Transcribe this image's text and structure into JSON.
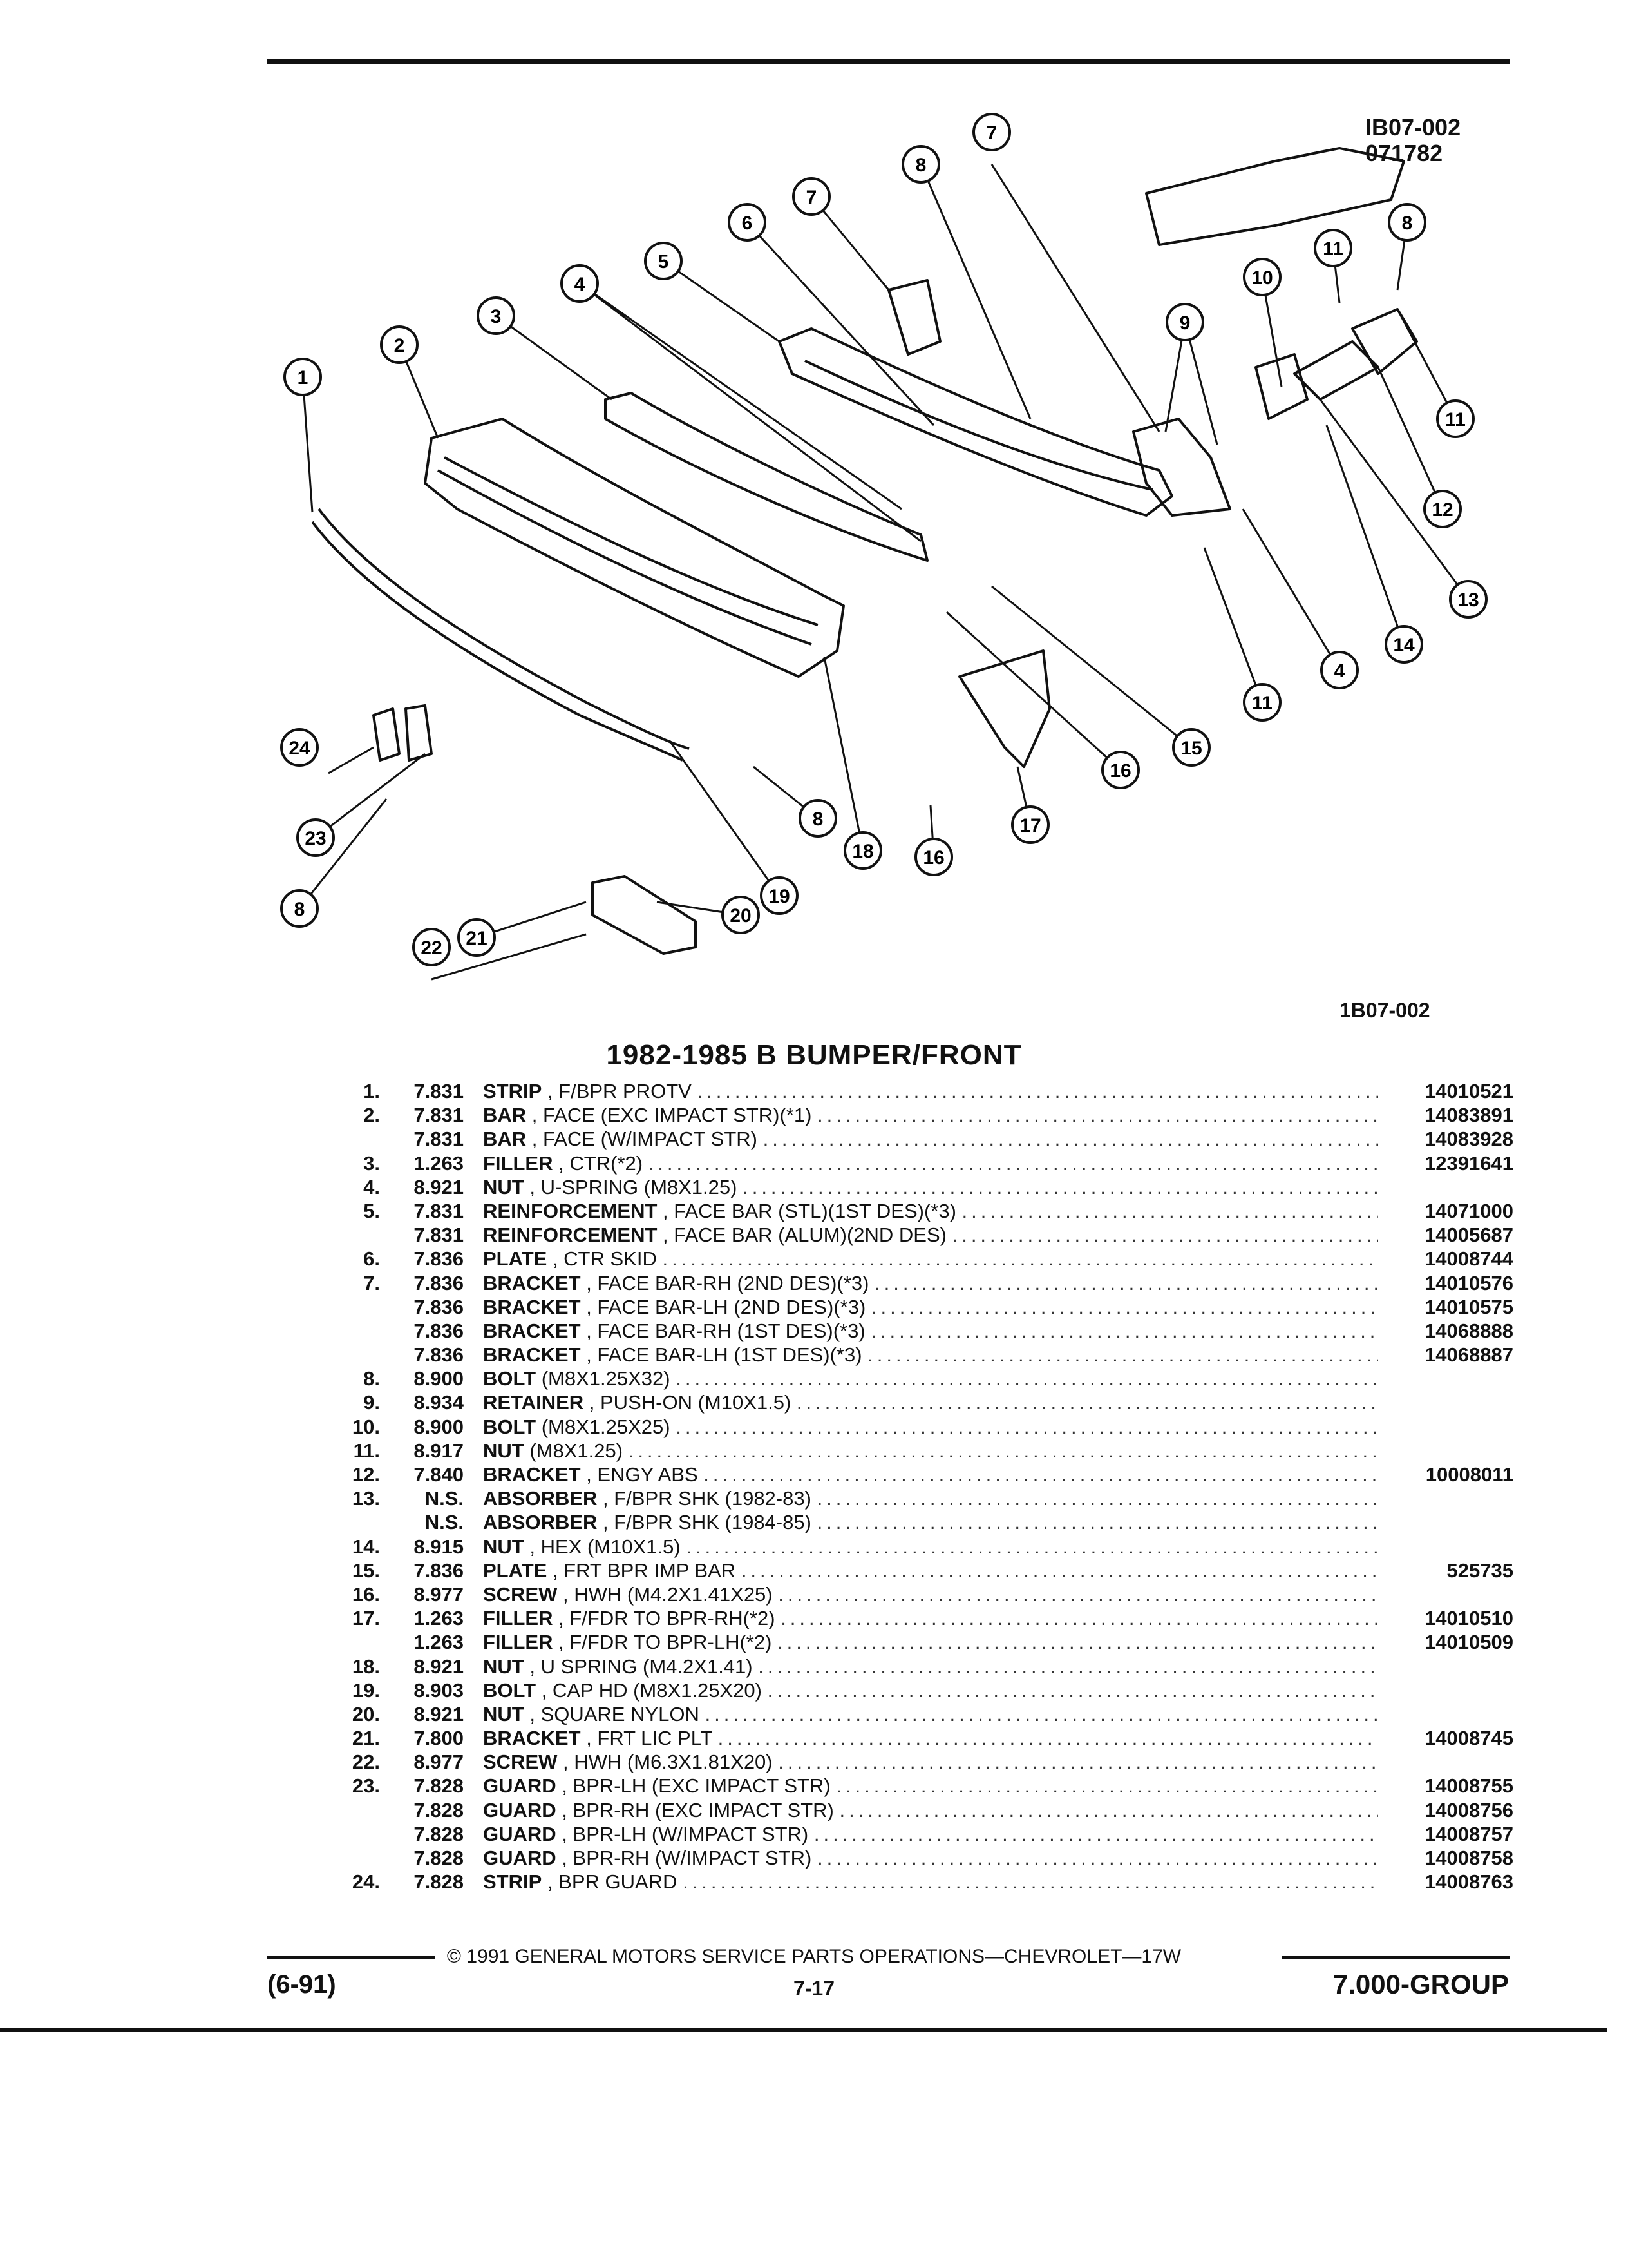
{
  "doc": {
    "ref_top_1": "IB07-002",
    "ref_top_2": "071782",
    "ref_bottom": "1B07-002",
    "title": "1982-1985 B BUMPER/FRONT"
  },
  "callouts": [
    "1",
    "2",
    "3",
    "4",
    "5",
    "6",
    "7",
    "8",
    "7",
    "8",
    "9",
    "10",
    "11",
    "8",
    "11",
    "12",
    "13",
    "14",
    "4",
    "11",
    "15",
    "16",
    "17",
    "16",
    "8",
    "18",
    "19",
    "24",
    "23",
    "8",
    "21",
    "20",
    "22"
  ],
  "parts": [
    {
      "idx": "1.",
      "code": "7.831",
      "name": "STRIP",
      "spec": ", F/BPR PROTV",
      "pn": "14010521"
    },
    {
      "idx": "2.",
      "code": "7.831",
      "name": "BAR",
      "spec": ", FACE (EXC IMPACT STR)(*1)",
      "pn": "14083891"
    },
    {
      "idx": "",
      "code": "7.831",
      "name": "BAR",
      "spec": ", FACE (W/IMPACT STR)",
      "pn": "14083928"
    },
    {
      "idx": "3.",
      "code": "1.263",
      "name": "FILLER",
      "spec": ", CTR(*2)",
      "pn": "12391641"
    },
    {
      "idx": "4.",
      "code": "8.921",
      "name": "NUT",
      "spec": ", U-SPRING (M8X1.25)",
      "pn": ""
    },
    {
      "idx": "5.",
      "code": "7.831",
      "name": "REINFORCEMENT",
      "spec": ", FACE BAR (STL)(1ST DES)(*3)",
      "pn": "14071000"
    },
    {
      "idx": "",
      "code": "7.831",
      "name": "REINFORCEMENT",
      "spec": ", FACE BAR (ALUM)(2ND DES)",
      "pn": "14005687"
    },
    {
      "idx": "6.",
      "code": "7.836",
      "name": "PLATE",
      "spec": ", CTR SKID",
      "pn": "14008744"
    },
    {
      "idx": "7.",
      "code": "7.836",
      "name": "BRACKET",
      "spec": ", FACE BAR-RH (2ND DES)(*3)",
      "pn": "14010576"
    },
    {
      "idx": "",
      "code": "7.836",
      "name": "BRACKET",
      "spec": ", FACE BAR-LH (2ND DES)(*3)",
      "pn": "14010575"
    },
    {
      "idx": "",
      "code": "7.836",
      "name": "BRACKET",
      "spec": ", FACE BAR-RH (1ST DES)(*3)",
      "pn": "14068888"
    },
    {
      "idx": "",
      "code": "7.836",
      "name": "BRACKET",
      "spec": ", FACE BAR-LH (1ST DES)(*3)",
      "pn": "14068887"
    },
    {
      "idx": "8.",
      "code": "8.900",
      "name": "BOLT",
      "spec": "(M8X1.25X32)",
      "pn": ""
    },
    {
      "idx": "9.",
      "code": "8.934",
      "name": "RETAINER",
      "spec": ", PUSH-ON (M10X1.5)",
      "pn": ""
    },
    {
      "idx": "10.",
      "code": "8.900",
      "name": "BOLT",
      "spec": "(M8X1.25X25)",
      "pn": ""
    },
    {
      "idx": "11.",
      "code": "8.917",
      "name": "NUT",
      "spec": "(M8X1.25)",
      "pn": ""
    },
    {
      "idx": "12.",
      "code": "7.840",
      "name": "BRACKET",
      "spec": ", ENGY ABS",
      "pn": "10008011"
    },
    {
      "idx": "13.",
      "code": "N.S.",
      "name": "ABSORBER",
      "spec": ", F/BPR SHK (1982-83)",
      "pn": ""
    },
    {
      "idx": "",
      "code": "N.S.",
      "name": "ABSORBER",
      "spec": ", F/BPR SHK (1984-85)",
      "pn": ""
    },
    {
      "idx": "14.",
      "code": "8.915",
      "name": "NUT",
      "spec": ", HEX (M10X1.5)",
      "pn": ""
    },
    {
      "idx": "15.",
      "code": "7.836",
      "name": "PLATE",
      "spec": ", FRT BPR IMP BAR",
      "pn": "525735"
    },
    {
      "idx": "16.",
      "code": "8.977",
      "name": "SCREW",
      "spec": ", HWH (M4.2X1.41X25)",
      "pn": ""
    },
    {
      "idx": "17.",
      "code": "1.263",
      "name": "FILLER",
      "spec": ", F/FDR TO BPR-RH(*2)",
      "pn": "14010510"
    },
    {
      "idx": "",
      "code": "1.263",
      "name": "FILLER",
      "spec": ", F/FDR TO BPR-LH(*2)",
      "pn": "14010509"
    },
    {
      "idx": "18.",
      "code": "8.921",
      "name": "NUT",
      "spec": ", U SPRING (M4.2X1.41)",
      "pn": ""
    },
    {
      "idx": "19.",
      "code": "8.903",
      "name": "BOLT",
      "spec": ", CAP HD (M8X1.25X20)",
      "pn": ""
    },
    {
      "idx": "20.",
      "code": "8.921",
      "name": "NUT",
      "spec": ", SQUARE NYLON",
      "pn": ""
    },
    {
      "idx": "21.",
      "code": "7.800",
      "name": "BRACKET",
      "spec": ", FRT LIC PLT",
      "pn": "14008745"
    },
    {
      "idx": "22.",
      "code": "8.977",
      "name": "SCREW",
      "spec": ", HWH (M6.3X1.81X20)",
      "pn": ""
    },
    {
      "idx": "23.",
      "code": "7.828",
      "name": "GUARD",
      "spec": ", BPR-LH (EXC IMPACT STR)",
      "pn": "14008755"
    },
    {
      "idx": "",
      "code": "7.828",
      "name": "GUARD",
      "spec": ", BPR-RH (EXC IMPACT STR)",
      "pn": "14008756"
    },
    {
      "idx": "",
      "code": "7.828",
      "name": "GUARD",
      "spec": ", BPR-LH (W/IMPACT STR)",
      "pn": "14008757"
    },
    {
      "idx": "",
      "code": "7.828",
      "name": "GUARD",
      "spec": ", BPR-RH (W/IMPACT STR)",
      "pn": "14008758"
    },
    {
      "idx": "24.",
      "code": "7.828",
      "name": "STRIP",
      "spec": ", BPR GUARD",
      "pn": "14008763"
    }
  ],
  "footer": {
    "copyright": "© 1991 GENERAL MOTORS SERVICE PARTS OPERATIONS—CHEVROLET—17W",
    "date": "(6-91)",
    "page": "7-17",
    "group": "7.000-GROUP"
  }
}
